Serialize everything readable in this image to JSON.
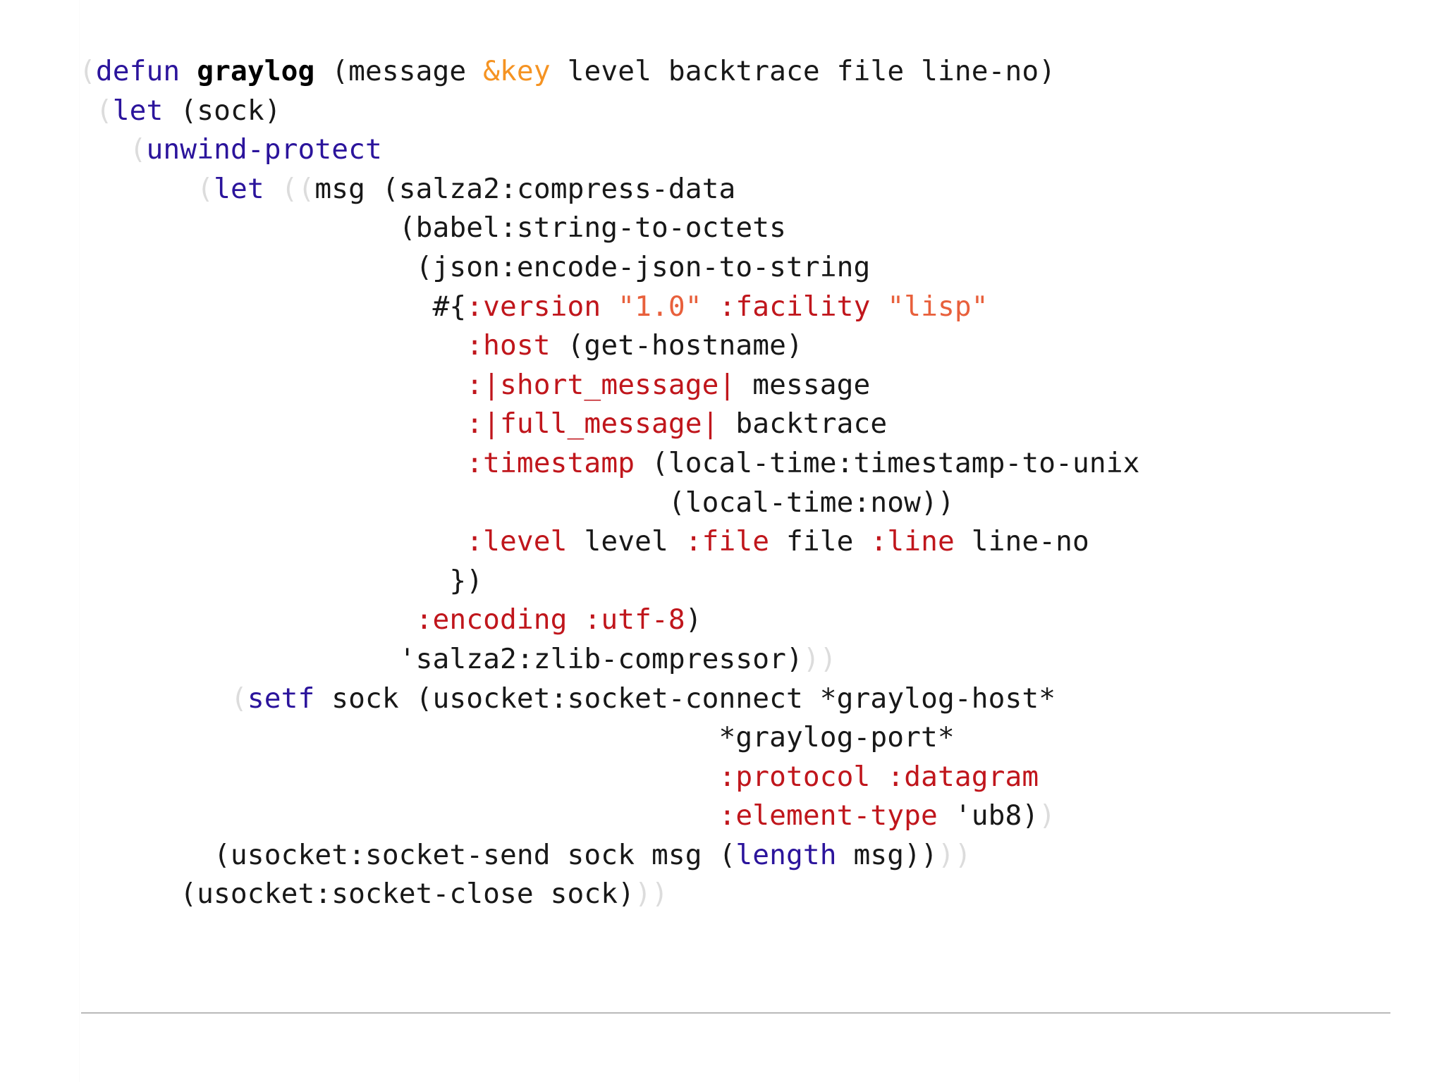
{
  "document": {
    "kind": "source-code-listing",
    "language": "Common Lisp",
    "function_name": "graylog",
    "background_color": "#ffffff"
  },
  "theme": {
    "plain": "#181818",
    "builtin": "#2b149c",
    "function_name": "#000000",
    "lambda_list_keyword": "#f59322",
    "keyword": "#c0161c",
    "string": "#e8603c",
    "dim_paren": "#dcdcdc",
    "rule": "#b9b9b9"
  },
  "code": {
    "lines": [
      {
        "n": 1,
        "text": "(defun graylog (message &key level backtrace file line-no)",
        "tokens": [
          {
            "t": "(",
            "c": "dim"
          },
          {
            "t": "defun",
            "c": "builtin"
          },
          {
            "t": " ",
            "c": "plain"
          },
          {
            "t": "graylog",
            "c": "name"
          },
          {
            "t": " (message ",
            "c": "plain"
          },
          {
            "t": "&key",
            "c": "lambda"
          },
          {
            "t": " level backtrace file line-no)",
            "c": "plain"
          }
        ]
      },
      {
        "n": 2,
        "text": " (let (sock)",
        "tokens": [
          {
            "t": " ",
            "c": "plain"
          },
          {
            "t": "(",
            "c": "dim"
          },
          {
            "t": "let",
            "c": "builtin"
          },
          {
            "t": " (sock)",
            "c": "plain"
          }
        ]
      },
      {
        "n": 3,
        "text": "   (unwind-protect",
        "tokens": [
          {
            "t": "   ",
            "c": "plain"
          },
          {
            "t": "(",
            "c": "dim"
          },
          {
            "t": "unwind-protect",
            "c": "builtin"
          }
        ]
      },
      {
        "n": 4,
        "text": "       (let ((msg (salza2:compress-data",
        "tokens": [
          {
            "t": "       ",
            "c": "plain"
          },
          {
            "t": "(",
            "c": "dim"
          },
          {
            "t": "let",
            "c": "builtin"
          },
          {
            "t": " ",
            "c": "plain"
          },
          {
            "t": "((",
            "c": "dim"
          },
          {
            "t": "msg (salza2:compress-data",
            "c": "plain"
          }
        ]
      },
      {
        "n": 5,
        "text": "                   (babel:string-to-octets",
        "tokens": [
          {
            "t": "                   (babel:string-to-octets",
            "c": "plain"
          }
        ]
      },
      {
        "n": 6,
        "text": "                    (json:encode-json-to-string",
        "tokens": [
          {
            "t": "                    (json:encode-json-to-string",
            "c": "plain"
          }
        ]
      },
      {
        "n": 7,
        "text": "                     #{:version \"1.0\" :facility \"lisp\"",
        "tokens": [
          {
            "t": "                     #{",
            "c": "plain"
          },
          {
            "t": ":version",
            "c": "keyword"
          },
          {
            "t": " ",
            "c": "plain"
          },
          {
            "t": "\"1.0\"",
            "c": "string"
          },
          {
            "t": " ",
            "c": "plain"
          },
          {
            "t": ":facility",
            "c": "keyword"
          },
          {
            "t": " ",
            "c": "plain"
          },
          {
            "t": "\"lisp\"",
            "c": "string"
          }
        ]
      },
      {
        "n": 8,
        "text": "                       :host (get-hostname)",
        "tokens": [
          {
            "t": "                       ",
            "c": "plain"
          },
          {
            "t": ":host",
            "c": "keyword"
          },
          {
            "t": " (get-hostname)",
            "c": "plain"
          }
        ]
      },
      {
        "n": 9,
        "text": "                       :|short_message| message",
        "tokens": [
          {
            "t": "                       ",
            "c": "plain"
          },
          {
            "t": ":|short_message|",
            "c": "keyword"
          },
          {
            "t": " message",
            "c": "plain"
          }
        ]
      },
      {
        "n": 10,
        "text": "                       :|full_message| backtrace",
        "tokens": [
          {
            "t": "                       ",
            "c": "plain"
          },
          {
            "t": ":|full_message|",
            "c": "keyword"
          },
          {
            "t": " backtrace",
            "c": "plain"
          }
        ]
      },
      {
        "n": 11,
        "text": "                       :timestamp (local-time:timestamp-to-unix",
        "tokens": [
          {
            "t": "                       ",
            "c": "plain"
          },
          {
            "t": ":timestamp",
            "c": "keyword"
          },
          {
            "t": " (local-time:timestamp-to-unix",
            "c": "plain"
          }
        ]
      },
      {
        "n": 12,
        "text": "                                   (local-time:now))",
        "tokens": [
          {
            "t": "                                   (local-time:now))",
            "c": "plain"
          }
        ]
      },
      {
        "n": 13,
        "text": "                       :level level :file file :line line-no",
        "tokens": [
          {
            "t": "                       ",
            "c": "plain"
          },
          {
            "t": ":level",
            "c": "keyword"
          },
          {
            "t": " level ",
            "c": "plain"
          },
          {
            "t": ":file",
            "c": "keyword"
          },
          {
            "t": " file ",
            "c": "plain"
          },
          {
            "t": ":line",
            "c": "keyword"
          },
          {
            "t": " line-no",
            "c": "plain"
          }
        ]
      },
      {
        "n": 14,
        "text": "                      })",
        "tokens": [
          {
            "t": "                      })",
            "c": "plain"
          }
        ]
      },
      {
        "n": 15,
        "text": "                    :encoding :utf-8)",
        "tokens": [
          {
            "t": "                    ",
            "c": "plain"
          },
          {
            "t": ":encoding",
            "c": "keyword"
          },
          {
            "t": " ",
            "c": "plain"
          },
          {
            "t": ":utf-8",
            "c": "keyword"
          },
          {
            "t": ")",
            "c": "plain"
          }
        ]
      },
      {
        "n": 16,
        "text": "                   'salza2:zlib-compressor)))",
        "tokens": [
          {
            "t": "                   'salza2:zlib-compressor)",
            "c": "plain"
          },
          {
            "t": "))",
            "c": "dim"
          }
        ]
      },
      {
        "n": 17,
        "text": "         (setf sock (usocket:socket-connect *graylog-host*",
        "tokens": [
          {
            "t": "         ",
            "c": "plain"
          },
          {
            "t": "(",
            "c": "dim"
          },
          {
            "t": "setf",
            "c": "builtin"
          },
          {
            "t": " sock (usocket:socket-connect *graylog-host*",
            "c": "plain"
          }
        ]
      },
      {
        "n": 18,
        "text": "                                      *graylog-port*",
        "tokens": [
          {
            "t": "                                      *graylog-port*",
            "c": "plain"
          }
        ]
      },
      {
        "n": 19,
        "text": "                                      :protocol :datagram",
        "tokens": [
          {
            "t": "                                      ",
            "c": "plain"
          },
          {
            "t": ":protocol",
            "c": "keyword"
          },
          {
            "t": " ",
            "c": "plain"
          },
          {
            "t": ":datagram",
            "c": "keyword"
          }
        ]
      },
      {
        "n": 20,
        "text": "                                      :element-type 'ub8))",
        "tokens": [
          {
            "t": "                                      ",
            "c": "plain"
          },
          {
            "t": ":element-type",
            "c": "keyword"
          },
          {
            "t": " 'ub8)",
            "c": "plain"
          },
          {
            "t": ")",
            "c": "dim"
          }
        ]
      },
      {
        "n": 21,
        "text": "        (usocket:socket-send sock msg (length msg)))",
        "tokens": [
          {
            "t": "        (usocket:socket-send sock msg (",
            "c": "plain"
          },
          {
            "t": "length",
            "c": "builtin"
          },
          {
            "t": " msg))",
            "c": "plain"
          },
          {
            "t": "))",
            "c": "dim"
          }
        ]
      },
      {
        "n": 22,
        "text": "      (usocket:socket-close sock)))",
        "tokens": [
          {
            "t": "      (usocket:socket-close sock)",
            "c": "plain"
          },
          {
            "t": "))",
            "c": "dim"
          }
        ]
      }
    ]
  },
  "footer": {
    "rule_visible": true
  }
}
